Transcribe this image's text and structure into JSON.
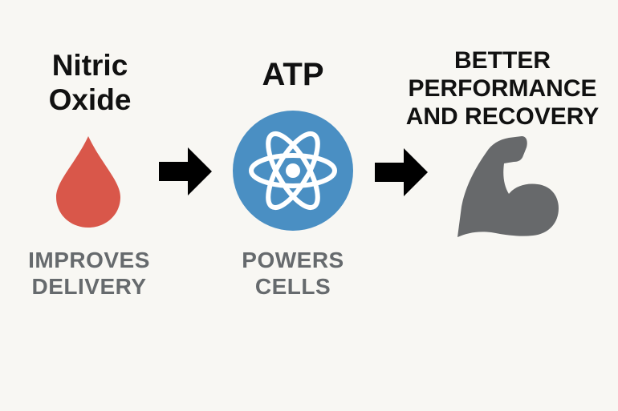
{
  "steps": [
    {
      "title_lines": [
        "Nitric",
        "Oxide"
      ],
      "caption_lines": [
        "IMPROVES",
        "DELIVERY"
      ],
      "icon": "blood-drop-icon",
      "color": "#d9574a"
    },
    {
      "title_lines": [
        "ATP"
      ],
      "caption_lines": [
        "POWERS",
        "CELLS"
      ],
      "icon": "atom-icon",
      "color": "#4a8fc3"
    },
    {
      "title_lines": [
        "BETTER",
        "PERFORMANCE",
        "AND RECOVERY"
      ],
      "caption_lines": [],
      "icon": "flexed-arm-icon",
      "color": "#67696b"
    }
  ],
  "connectors": [
    "arrow-right-icon",
    "arrow-right-icon"
  ],
  "colors": {
    "background": "#f8f7f3",
    "text": "#111111",
    "caption": "#666a6d",
    "arrow": "#000000"
  }
}
